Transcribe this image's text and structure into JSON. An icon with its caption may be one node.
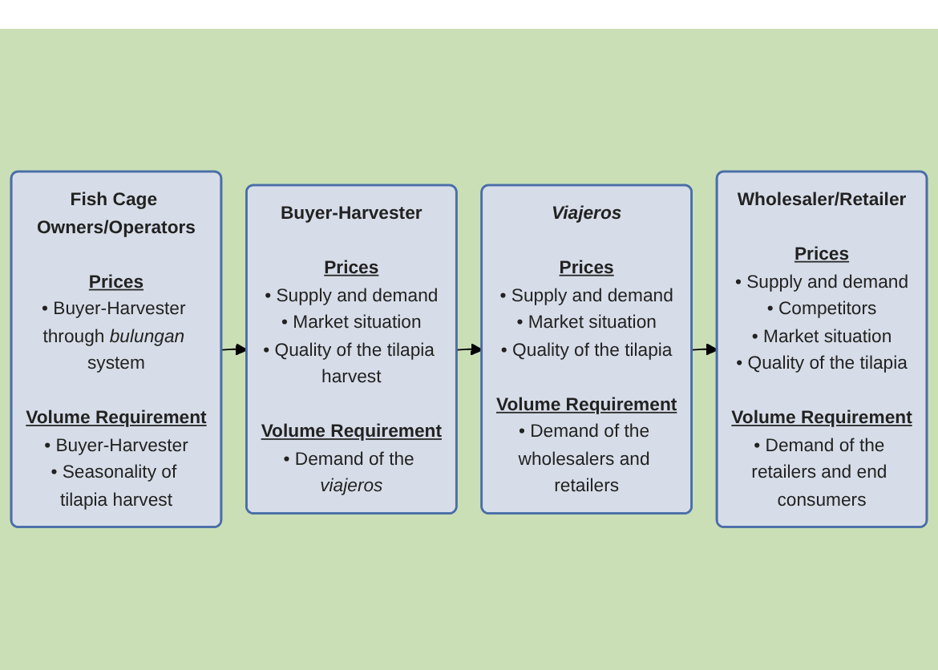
{
  "diagram": {
    "nodes": [
      {
        "text": [
          "Fish Cage Owners/Operators",
          "Prices",
          "• Buyer-Harvester through *bulungan* system",
          "Volume Requirement",
          "• Buyer-Harvester",
          "• Seasonality of tilapia harvest"
        ]
      },
      {
        "text": [
          "Buyer-Harvester",
          "Prices",
          "• Supply and demand",
          "• Market situation",
          "• Quality of the tilapia harvest",
          "Volume Requirement",
          "• Demand of the *viajeros*"
        ]
      },
      {
        "text": [
          "Viajeros",
          "Prices",
          "• Supply and demand",
          "• Market situation",
          "• Quality of the tilapia",
          "Volume Requirement",
          "• Demand of the wholesalers and retailers"
        ]
      },
      {
        "text": [
          "Wholesaler/Retailer",
          "Prices",
          "• Supply and demand",
          "• Competitors",
          "• Market situation",
          "• Quality of the tilapia",
          "Volume Requirement",
          "• Demand of the retailers and end consumers"
        ]
      }
    ],
    "edges": [
      {
        "from": 0,
        "to": 1,
        "arrow": "to"
      },
      {
        "from": 1,
        "to": 2,
        "arrow": "to"
      },
      {
        "from": 2,
        "to": 3,
        "arrow": "to"
      }
    ]
  }
}
